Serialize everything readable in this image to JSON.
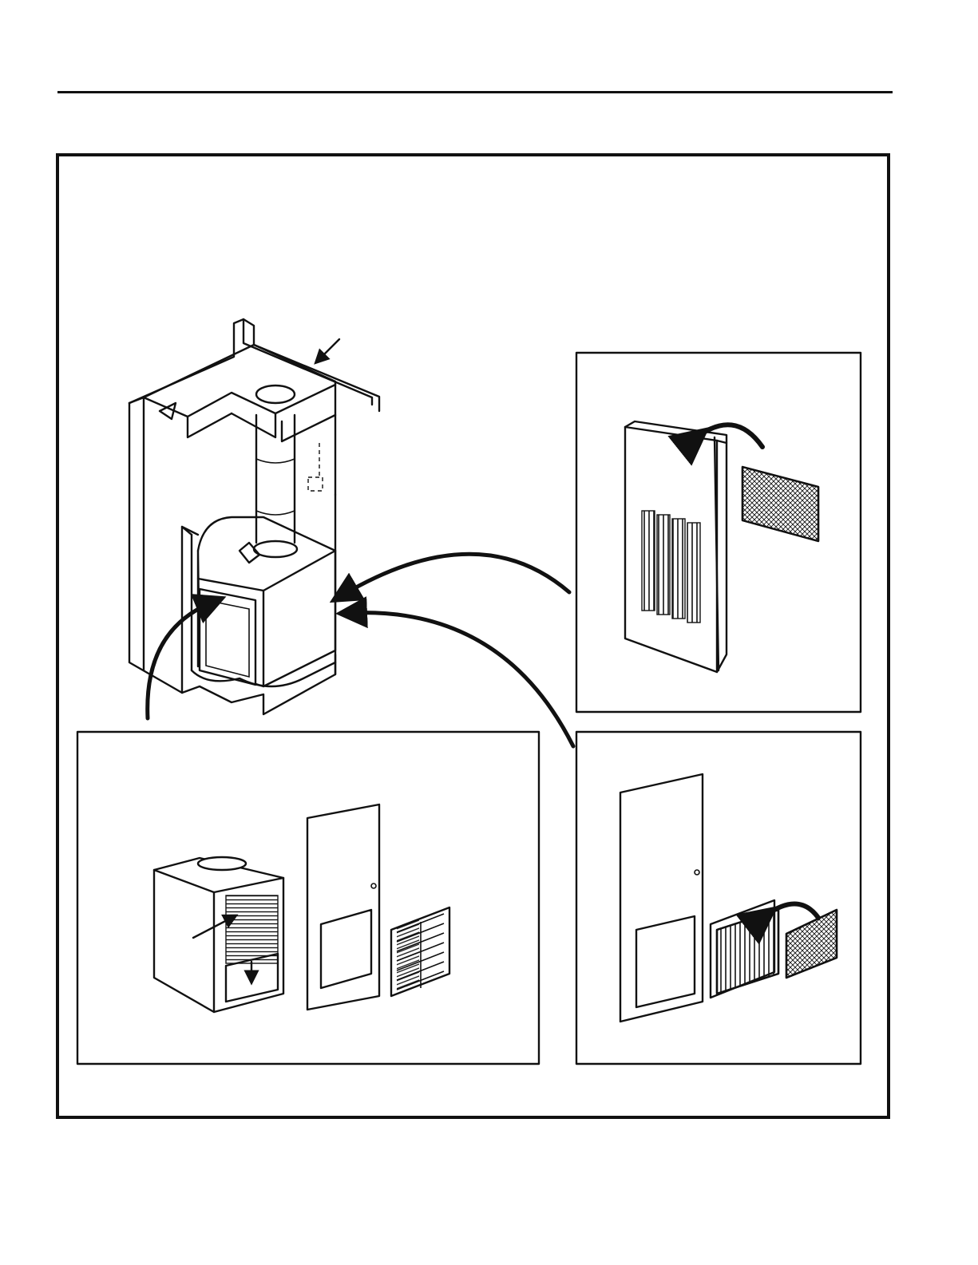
{
  "colors": {
    "ink": "#111111",
    "paper": "#ffffff"
  },
  "figures": [
    {
      "id": "furnace-installation",
      "icons": [
        "furnace-icon",
        "vent-pipe-icon",
        "mounting-bracket-icon"
      ]
    },
    {
      "id": "hinged-door-filter",
      "icons": [
        "louvered-door-icon",
        "filter-icon",
        "curved-arrow-icon"
      ]
    },
    {
      "id": "return-air-grille",
      "icons": [
        "furnace-cabinet-icon",
        "door-panel-icon",
        "grille-icon"
      ]
    },
    {
      "id": "door-frame-filter",
      "icons": [
        "door-panel-icon",
        "filter-frame-icon",
        "filter-icon"
      ]
    }
  ]
}
